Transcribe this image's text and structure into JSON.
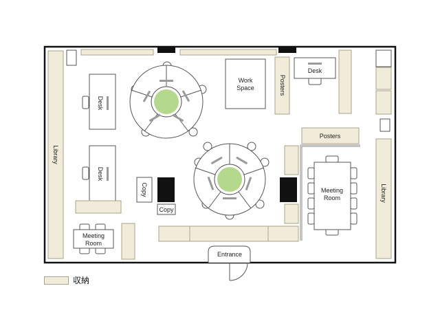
{
  "colors": {
    "storage_fill": "#f1ecd9",
    "storage_stroke": "#aaa28a",
    "wall": "#111111",
    "floor": "#ffffff",
    "plant": "#b4d98c",
    "monitor": "#9a9a9a",
    "dark_block": "#111111"
  },
  "labels": {
    "library_left": "Library",
    "library_right": "Library",
    "desk_top_left": "Desk",
    "desk_mid_left": "Desk",
    "desk_top_right": "Desk",
    "work_space_line1": "Work",
    "work_space_line2": "Space",
    "posters_vertical": "Posters",
    "posters_horizontal": "Posters",
    "copy_vertical": "Copy",
    "copy_horizontal": "Copy",
    "meeting_room_left_line1": "Meeting",
    "meeting_room_left_line2": "Room",
    "meeting_room_right_line1": "Meeting",
    "meeting_room_right_line2": "Room",
    "entrance": "Entrance"
  },
  "legend": {
    "storage_label": "収納"
  }
}
